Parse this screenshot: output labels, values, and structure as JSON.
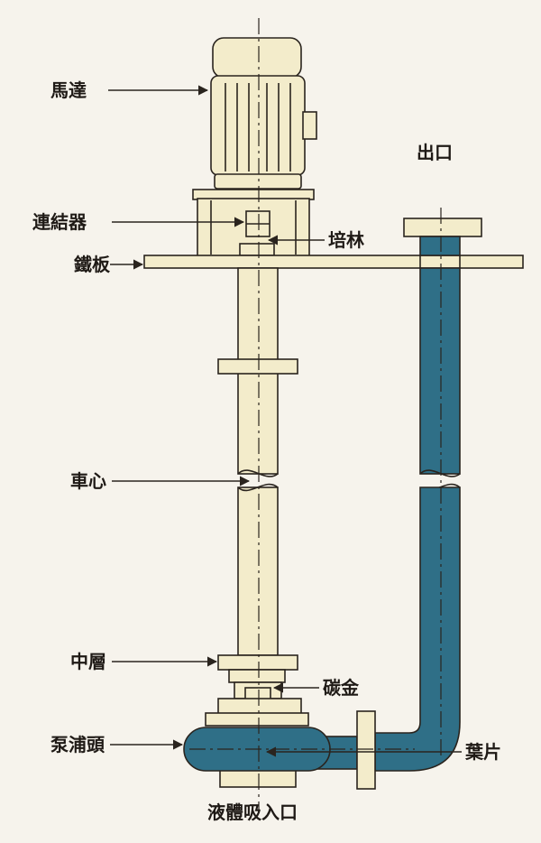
{
  "labels": {
    "motor": "馬達",
    "coupling": "連結器",
    "base_plate": "鐵板",
    "bushing": "培林",
    "outlet": "出口",
    "shaft": "車心",
    "middle_bearing": "中層",
    "carbon_seal": "碳金",
    "pump_head": "泵浦頭",
    "impeller": "葉片",
    "inlet": "液體吸入口"
  },
  "colors": {
    "background": "#f6f3ec",
    "body": "#f3eccb",
    "outline": "#2a241e",
    "pipe": "#2f6f87",
    "text": "#1f1a16"
  }
}
